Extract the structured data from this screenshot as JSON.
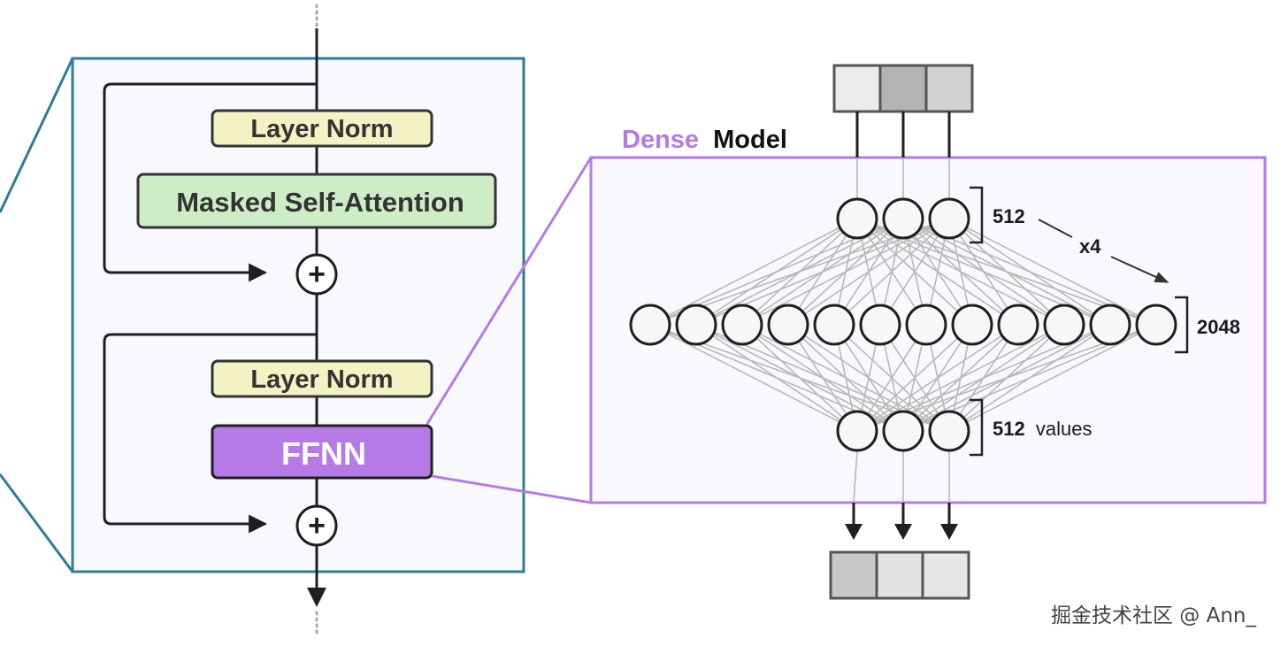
{
  "decoder_block": {
    "layer_norm_1": "Layer Norm",
    "attention": "Masked Self-Attention",
    "layer_norm_2": "Layer Norm",
    "ffnn": "FFNN",
    "add_symbol": "+"
  },
  "dense_model": {
    "title_part1": "Dense",
    "title_part2": "Model",
    "input_layer_label": "512",
    "hidden_layer_label": "2048",
    "output_layer_label_num": "512",
    "output_layer_label_text": "values",
    "expansion_label": "x4",
    "layers": {
      "input_nodes": 3,
      "hidden_nodes": 12,
      "output_nodes": 3
    },
    "input_vector_shades": [
      "#ececec",
      "#b3b3b3",
      "#d2d2d2"
    ],
    "output_vector_shades": [
      "#c8c8c8",
      "#e2e2e2",
      "#e6e6e6"
    ]
  },
  "watermark": "掘金技术社区 @ Ann_",
  "colors": {
    "decoder_border": "#2e7c96",
    "decoder_bg": "#f7f9fc",
    "layer_norm_fill": "#f2f2c4",
    "attention_fill": "#cdedc7",
    "ffnn_fill": "#b57ae6",
    "dense_border": "#b57ae6",
    "dense_bg": "#fbf8fd",
    "dense_title_accent": "#b57ae6"
  }
}
